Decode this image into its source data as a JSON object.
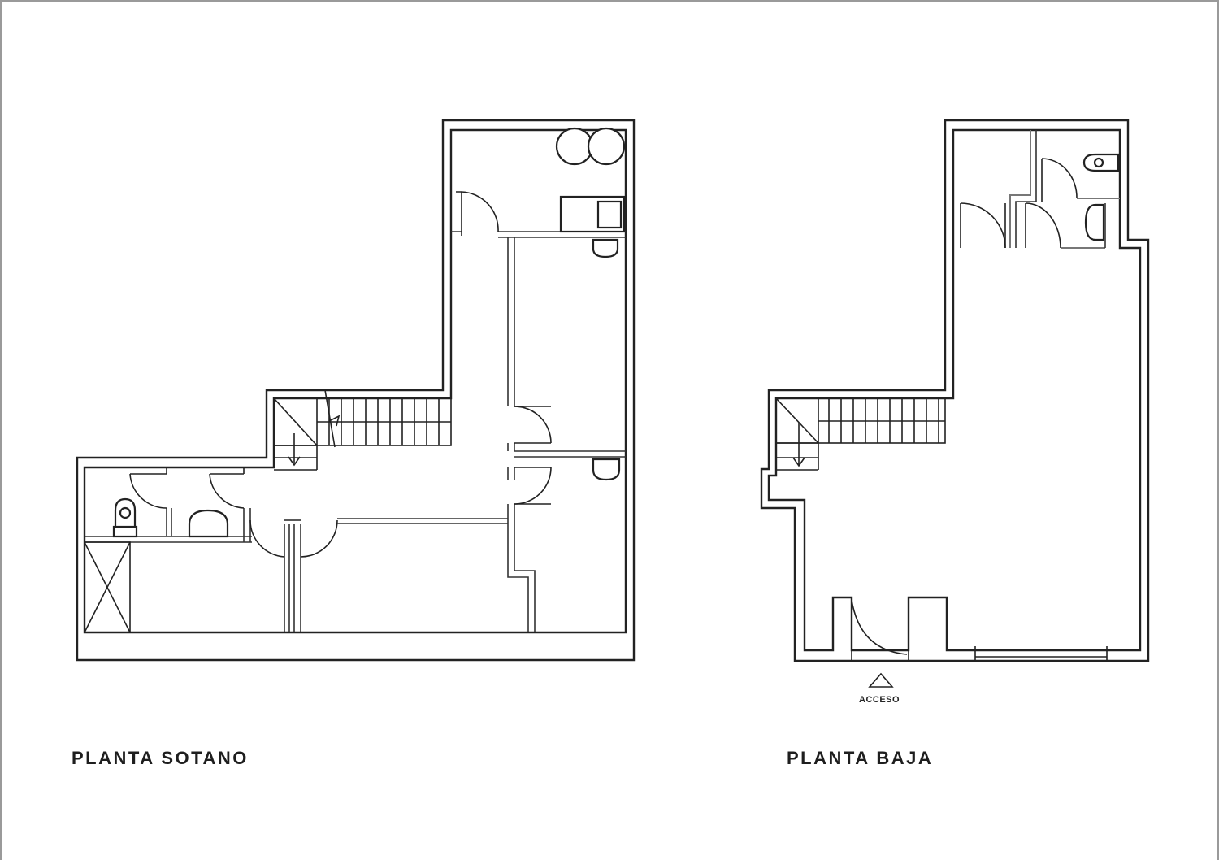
{
  "drawing": {
    "type": "architectural floor plans",
    "line_color": "#222222",
    "background": "#ffffff",
    "frame_color": "#9a9a9a"
  },
  "plans": [
    {
      "id": "sotano",
      "title": "PLANTA  SOTANO",
      "fixtures": [
        "toilet",
        "washbasin",
        "washbasin",
        "washbasin",
        "water-heaters",
        "sink-counter",
        "staircase",
        "storage-shaft"
      ]
    },
    {
      "id": "baja",
      "title": "PLANTA  BAJA",
      "entrance_label": "ACCESO",
      "fixtures": [
        "toilet",
        "washbasin",
        "staircase",
        "entrance-door",
        "shop-window"
      ]
    }
  ]
}
